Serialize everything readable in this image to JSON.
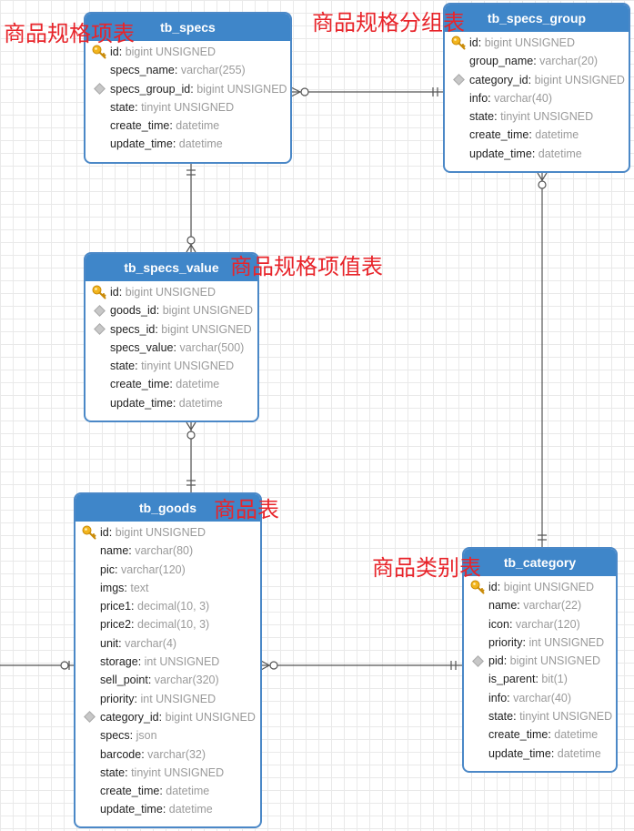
{
  "tables": {
    "specs": {
      "name": "tb_specs",
      "fields": [
        {
          "name": "id",
          "type": "bigint UNSIGNED",
          "marker": "key"
        },
        {
          "name": "specs_name",
          "type": "varchar(255)",
          "marker": "none"
        },
        {
          "name": "specs_group_id",
          "type": "bigint UNSIGNED",
          "marker": "fk"
        },
        {
          "name": "state",
          "type": "tinyint UNSIGNED",
          "marker": "none"
        },
        {
          "name": "create_time",
          "type": "datetime",
          "marker": "none"
        },
        {
          "name": "update_time",
          "type": "datetime",
          "marker": "none"
        }
      ]
    },
    "specs_group": {
      "name": "tb_specs_group",
      "fields": [
        {
          "name": "id",
          "type": "bigint UNSIGNED",
          "marker": "key"
        },
        {
          "name": "group_name",
          "type": "varchar(20)",
          "marker": "none"
        },
        {
          "name": "category_id",
          "type": "bigint UNSIGNED",
          "marker": "fk"
        },
        {
          "name": "info",
          "type": "varchar(40)",
          "marker": "none"
        },
        {
          "name": "state",
          "type": "tinyint UNSIGNED",
          "marker": "none"
        },
        {
          "name": "create_time",
          "type": "datetime",
          "marker": "none"
        },
        {
          "name": "update_time",
          "type": "datetime",
          "marker": "none"
        }
      ]
    },
    "specs_value": {
      "name": "tb_specs_value",
      "fields": [
        {
          "name": "id",
          "type": "bigint UNSIGNED",
          "marker": "key"
        },
        {
          "name": "goods_id",
          "type": "bigint UNSIGNED",
          "marker": "fk"
        },
        {
          "name": "specs_id",
          "type": "bigint UNSIGNED",
          "marker": "fk"
        },
        {
          "name": "specs_value",
          "type": "varchar(500)",
          "marker": "none"
        },
        {
          "name": "state",
          "type": "tinyint UNSIGNED",
          "marker": "none"
        },
        {
          "name": "create_time",
          "type": "datetime",
          "marker": "none"
        },
        {
          "name": "update_time",
          "type": "datetime",
          "marker": "none"
        }
      ]
    },
    "goods": {
      "name": "tb_goods",
      "fields": [
        {
          "name": "id",
          "type": "bigint UNSIGNED",
          "marker": "key"
        },
        {
          "name": "name",
          "type": "varchar(80)",
          "marker": "none"
        },
        {
          "name": "pic",
          "type": "varchar(120)",
          "marker": "none"
        },
        {
          "name": "imgs",
          "type": "text",
          "marker": "none"
        },
        {
          "name": "price1",
          "type": "decimal(10, 3)",
          "marker": "none"
        },
        {
          "name": "price2",
          "type": "decimal(10, 3)",
          "marker": "none"
        },
        {
          "name": "unit",
          "type": "varchar(4)",
          "marker": "none"
        },
        {
          "name": "storage",
          "type": "int UNSIGNED",
          "marker": "none"
        },
        {
          "name": "sell_point",
          "type": "varchar(320)",
          "marker": "none"
        },
        {
          "name": "priority",
          "type": "int UNSIGNED",
          "marker": "none"
        },
        {
          "name": "category_id",
          "type": "bigint UNSIGNED",
          "marker": "fk"
        },
        {
          "name": "specs",
          "type": "json",
          "marker": "none"
        },
        {
          "name": "barcode",
          "type": "varchar(32)",
          "marker": "none"
        },
        {
          "name": "state",
          "type": "tinyint UNSIGNED",
          "marker": "none"
        },
        {
          "name": "create_time",
          "type": "datetime",
          "marker": "none"
        },
        {
          "name": "update_time",
          "type": "datetime",
          "marker": "none"
        }
      ]
    },
    "category": {
      "name": "tb_category",
      "fields": [
        {
          "name": "id",
          "type": "bigint UNSIGNED",
          "marker": "key"
        },
        {
          "name": "name",
          "type": "varchar(22)",
          "marker": "none"
        },
        {
          "name": "icon",
          "type": "varchar(120)",
          "marker": "none"
        },
        {
          "name": "priority",
          "type": "int UNSIGNED",
          "marker": "none"
        },
        {
          "name": "pid",
          "type": "bigint UNSIGNED",
          "marker": "fk"
        },
        {
          "name": "is_parent",
          "type": "bit(1)",
          "marker": "none"
        },
        {
          "name": "info",
          "type": "varchar(40)",
          "marker": "none"
        },
        {
          "name": "state",
          "type": "tinyint UNSIGNED",
          "marker": "none"
        },
        {
          "name": "create_time",
          "type": "datetime",
          "marker": "none"
        },
        {
          "name": "update_time",
          "type": "datetime",
          "marker": "none"
        }
      ]
    }
  },
  "labels": {
    "specs": "商品规格项表",
    "specs_group": "商品规格分组表",
    "specs_value": "商品规格项值表",
    "goods": "商品表",
    "category": "商品类别表"
  },
  "colors": {
    "header": "#3f86c9",
    "border": "#4b88c7",
    "label": "#e8242a",
    "connector": "#555555"
  }
}
